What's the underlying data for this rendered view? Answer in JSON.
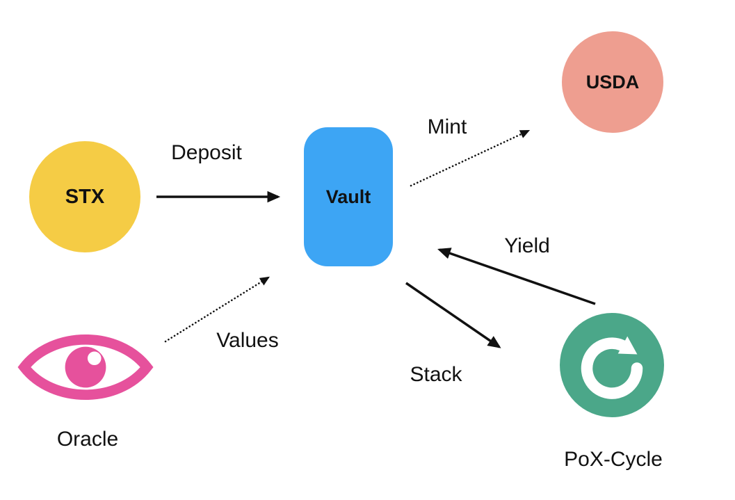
{
  "diagram": {
    "nodes": {
      "stx": {
        "label": "STX",
        "shape": "circle",
        "color": "#F5CC45"
      },
      "vault": {
        "label": "Vault",
        "shape": "rounded-rect",
        "color": "#3DA5F4"
      },
      "usda": {
        "label": "USDA",
        "shape": "circle",
        "color": "#EE9E90"
      },
      "oracle": {
        "label": "Oracle",
        "icon": "eye-icon",
        "color": "#E6519C"
      },
      "pox_cycle": {
        "label": "PoX-Cycle",
        "icon": "cycle-icon",
        "color": "#4BA789"
      }
    },
    "edges": {
      "deposit": {
        "label": "Deposit",
        "from": "stx",
        "to": "vault",
        "style": "solid"
      },
      "mint": {
        "label": "Mint",
        "from": "vault",
        "to": "usda",
        "style": "dotted"
      },
      "values": {
        "label": "Values",
        "from": "oracle",
        "to": "vault",
        "style": "dotted"
      },
      "yield": {
        "label": "Yield",
        "from": "pox_cycle",
        "to": "vault",
        "style": "solid"
      },
      "stack": {
        "label": "Stack",
        "from": "vault",
        "to": "pox_cycle",
        "style": "solid"
      }
    },
    "colors": {
      "arrow": "#111111",
      "text": "#111111",
      "background": "#ffffff",
      "icon_detail": "#ffffff"
    }
  }
}
